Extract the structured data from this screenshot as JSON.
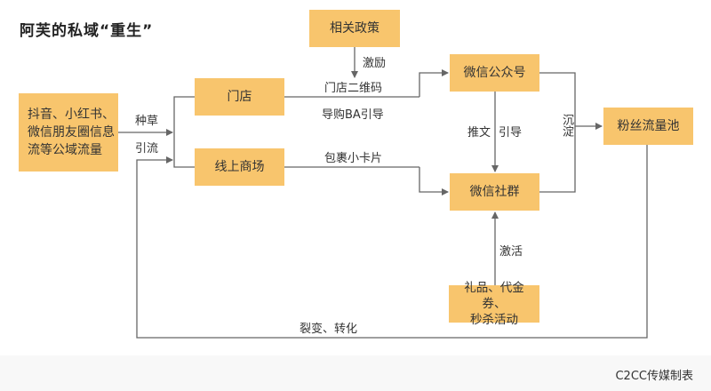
{
  "title": "阿芙的私域“重生”",
  "nodes": {
    "public_traffic": "抖音、小红书、\n微信朋友圈信息\n流等公域流量",
    "policy": "相关政策",
    "store": "门店",
    "online_mall": "线上商场",
    "wechat_official": "微信公众号",
    "wechat_group": "微信社群",
    "fan_pool": "粉丝流量池",
    "gifts": "礼品、代金券、\n秒杀活动"
  },
  "labels": {
    "seeding": "种草",
    "diversion": "引流",
    "incentive": "激励",
    "store_qr": "门店二维码",
    "ba_guide": "导购BA引导",
    "package_card": "包裹小卡片",
    "push_article": "推文",
    "guide": "引导",
    "settle": "沉淀",
    "activate": "激活",
    "fission": "裂变、转化"
  },
  "colors": {
    "node_fill": "#f8c56d",
    "line": "#666666",
    "footer_bg": "#f8f8f8"
  },
  "footer": "C2CC传媒制表"
}
